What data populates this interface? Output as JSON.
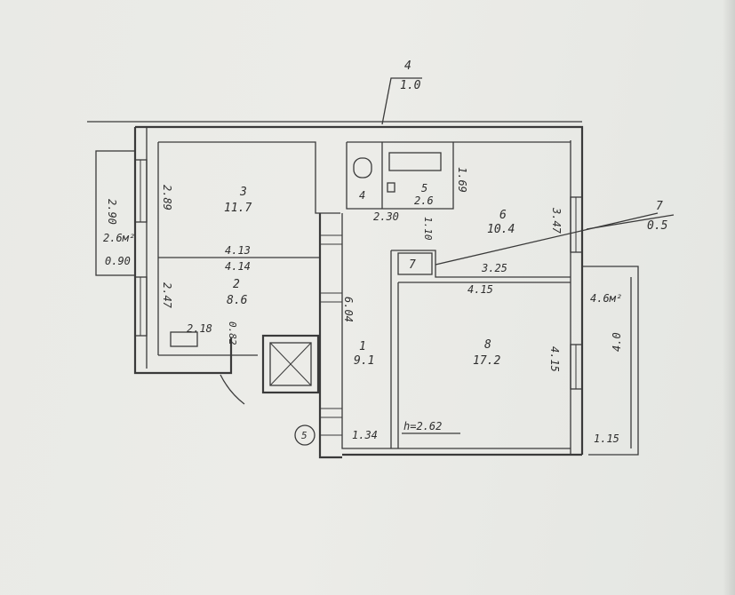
{
  "rooms": [
    {
      "id": "1",
      "area": "9.1"
    },
    {
      "id": "2",
      "area": "8.6"
    },
    {
      "id": "3",
      "area": "11.7"
    },
    {
      "id": "4",
      "area": "1.0"
    },
    {
      "id": "5",
      "area": "2.6"
    },
    {
      "id": "6",
      "area": "10.4"
    },
    {
      "id": "7",
      "area": "0.5"
    },
    {
      "id": "8",
      "area": "17.2"
    }
  ],
  "dimensions": {
    "d_2_90": "2.90",
    "d_0_90": "0.90",
    "d_2_89": "2.89",
    "d_4_13": "4.13",
    "d_4_14": "4.14",
    "d_2_47": "2.47",
    "d_2_18": "2.18",
    "d_0_82": "0.82",
    "d_1_34": "1.34",
    "d_6_04": "6.04",
    "d_2_30": "2.30",
    "d_1_69": "1.69",
    "d_1_10": "1.10",
    "d_3_47": "3.47",
    "d_3_25": "3.25",
    "d_4_15_h": "4.15",
    "d_4_15_v": "4.15",
    "d_4_0": "4.0",
    "d_1_15": "1.15",
    "d_4_small": "4"
  },
  "balconies": {
    "left_area": "2.6м²",
    "right_area": "4.6м²"
  },
  "ceiling_height": "h=2.62",
  "entrance_marker": "5"
}
